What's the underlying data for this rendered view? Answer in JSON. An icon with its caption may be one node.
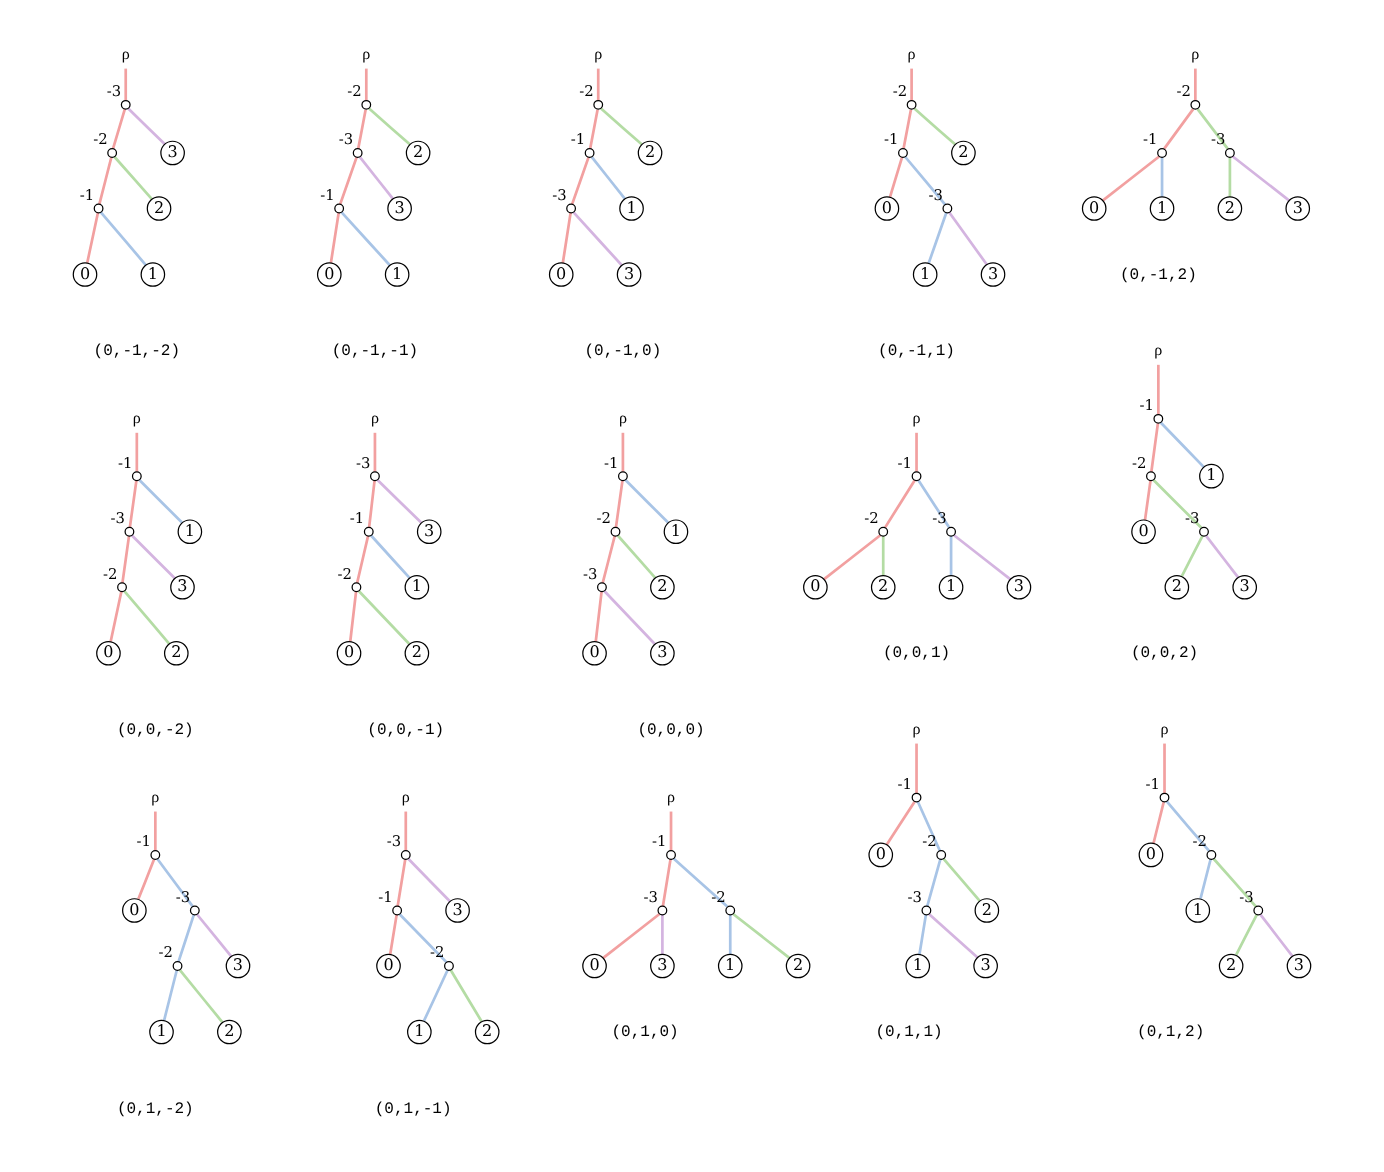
{
  "diagram": {
    "nodes": [
      {
        "text": [
          "ρ"
        ]
      },
      {
        "text": [],
        "shape": "circle",
        "beside": [
          "-3"
        ]
      },
      {
        "text": [],
        "shape": "circle",
        "beside": [
          "-2"
        ]
      },
      {
        "text": [
          "3"
        ]
      },
      {
        "text": [],
        "shape": "circle",
        "beside": [
          "-1"
        ]
      },
      {
        "text": [
          "2"
        ]
      },
      {
        "text": [
          "0"
        ]
      },
      {
        "text": [
          "1"
        ]
      },
      {
        "text": [
          "ρ"
        ]
      },
      {
        "text": [],
        "shape": "circle",
        "beside": [
          "-2"
        ]
      },
      {
        "text": [],
        "shape": "circle",
        "beside": [
          "-3"
        ]
      },
      {
        "text": [
          "2"
        ]
      },
      {
        "text": [],
        "shape": "circle",
        "beside": [
          "-1"
        ]
      },
      {
        "text": [
          "3"
        ]
      },
      {
        "text": [
          "0"
        ]
      },
      {
        "text": [
          "1"
        ]
      },
      {
        "text": [
          "ρ"
        ]
      },
      {
        "text": [],
        "shape": "circle",
        "beside": [
          "-2"
        ]
      },
      {
        "text": [],
        "shape": "circle",
        "beside": [
          "-1"
        ]
      },
      {
        "text": [
          "2"
        ]
      },
      {
        "text": [],
        "shape": "circle",
        "beside": [
          "-3"
        ]
      },
      {
        "text": [
          "1"
        ]
      },
      {
        "text": [
          "0"
        ]
      },
      {
        "text": [
          "3"
        ]
      },
      {
        "text": [
          "ρ"
        ]
      },
      {
        "text": [],
        "shape": "circle",
        "beside": [
          "-2"
        ]
      },
      {
        "text": [],
        "shape": "circle",
        "beside": [
          "-1"
        ]
      },
      {
        "text": [
          "2"
        ]
      },
      {
        "text": [
          "0"
        ]
      },
      {
        "text": [],
        "shape": "circle",
        "beside": [
          "-3"
        ]
      },
      {
        "text": [
          "1"
        ]
      },
      {
        "text": [
          "3"
        ]
      },
      {
        "text": [
          "ρ"
        ]
      },
      {
        "text": [],
        "shape": "circle",
        "beside": [
          "-2"
        ]
      },
      {
        "text": [],
        "shape": "circle",
        "beside": [
          "-1"
        ]
      },
      {
        "text": [],
        "shape": "circle",
        "beside": [
          "-3"
        ]
      },
      {
        "text": [
          "0"
        ]
      },
      {
        "text": [
          "1"
        ]
      },
      {
        "text": [
          "2"
        ]
      },
      {
        "text": [
          "3"
        ]
      },
      {
        "text": [
          "ρ"
        ]
      },
      {
        "text": [],
        "shape": "circle",
        "beside": [
          "-1"
        ]
      },
      {
        "text": [],
        "shape": "circle",
        "beside": [
          "-3"
        ]
      },
      {
        "text": [
          "1"
        ]
      },
      {
        "text": [],
        "shape": "circle",
        "beside": [
          "-2"
        ]
      },
      {
        "text": [
          "3"
        ]
      },
      {
        "text": [
          "0"
        ]
      },
      {
        "text": [
          "2"
        ]
      },
      {
        "text": [
          "ρ"
        ]
      },
      {
        "text": [],
        "shape": "circle",
        "beside": [
          "-3"
        ]
      },
      {
        "text": [],
        "shape": "circle",
        "beside": [
          "-1"
        ]
      },
      {
        "text": [
          "3"
        ]
      },
      {
        "text": [],
        "shape": "circle",
        "beside": [
          "-2"
        ]
      },
      {
        "text": [
          "1"
        ]
      },
      {
        "text": [
          "0"
        ]
      },
      {
        "text": [
          "2"
        ]
      },
      {
        "text": [
          "ρ"
        ]
      },
      {
        "text": [],
        "shape": "circle",
        "beside": [
          "-1"
        ]
      },
      {
        "text": [],
        "shape": "circle",
        "beside": [
          "-2"
        ]
      },
      {
        "text": [
          "1"
        ]
      },
      {
        "text": [],
        "shape": "circle",
        "beside": [
          "-3"
        ]
      },
      {
        "text": [
          "2"
        ]
      },
      {
        "text": [
          "0"
        ]
      },
      {
        "text": [
          "3"
        ]
      },
      {
        "text": [
          "ρ"
        ]
      },
      {
        "text": [],
        "shape": "circle",
        "beside": [
          "-1"
        ]
      },
      {
        "text": [],
        "shape": "circle",
        "beside": [
          "-2"
        ]
      },
      {
        "text": [],
        "shape": "circle",
        "beside": [
          "-3"
        ]
      },
      {
        "text": [
          "0"
        ]
      },
      {
        "text": [
          "2"
        ]
      },
      {
        "text": [
          "1"
        ]
      },
      {
        "text": [
          "3"
        ]
      },
      {
        "text": [
          "ρ"
        ]
      },
      {
        "text": [],
        "shape": "circle",
        "beside": [
          "-1"
        ]
      },
      {
        "text": [],
        "shape": "circle",
        "beside": [
          "-2"
        ]
      },
      {
        "text": [
          "1"
        ]
      },
      {
        "text": [
          "0"
        ]
      },
      {
        "text": [],
        "shape": "circle",
        "beside": [
          "-3"
        ]
      },
      {
        "text": [
          "2"
        ]
      },
      {
        "text": [
          "3"
        ]
      },
      {
        "text": [
          "ρ"
        ]
      },
      {
        "text": [],
        "shape": "circle",
        "beside": [
          "-1"
        ]
      },
      {
        "text": [
          "0"
        ]
      },
      {
        "text": [],
        "shape": "circle",
        "beside": [
          "-3"
        ]
      },
      {
        "text": [],
        "shape": "circle",
        "beside": [
          "-2"
        ]
      },
      {
        "text": [
          "3"
        ]
      },
      {
        "text": [
          "1"
        ]
      },
      {
        "text": [
          "2"
        ]
      },
      {
        "text": [
          "ρ"
        ]
      },
      {
        "text": [],
        "shape": "circle",
        "beside": [
          "-3"
        ]
      },
      {
        "text": [],
        "shape": "circle",
        "beside": [
          "-1"
        ]
      },
      {
        "text": [
          "3"
        ]
      },
      {
        "text": [
          "0"
        ]
      },
      {
        "text": [],
        "shape": "circle",
        "beside": [
          "-2"
        ]
      },
      {
        "text": [
          "1"
        ]
      },
      {
        "text": [
          "2"
        ]
      },
      {
        "text": [
          "ρ"
        ]
      },
      {
        "text": [],
        "shape": "circle",
        "beside": [
          "-1"
        ]
      },
      {
        "text": [],
        "shape": "circle",
        "beside": [
          "-3"
        ]
      },
      {
        "text": [],
        "shape": "circle",
        "beside": [
          "-2"
        ]
      },
      {
        "text": [
          "0"
        ]
      },
      {
        "text": [
          "3"
        ]
      },
      {
        "text": [
          "1"
        ]
      },
      {
        "text": [
          "2"
        ]
      },
      {
        "text": [
          "ρ"
        ]
      },
      {
        "text": [],
        "shape": "circle",
        "beside": [
          "-1"
        ]
      },
      {
        "text": [
          "0"
        ]
      },
      {
        "text": [],
        "shape": "circle",
        "beside": [
          "-2"
        ]
      },
      {
        "text": [],
        "shape": "circle",
        "beside": [
          "-3"
        ]
      },
      {
        "text": [
          "2"
        ]
      },
      {
        "text": [
          "1"
        ]
      },
      {
        "text": [
          "3"
        ]
      },
      {
        "text": [
          "ρ"
        ]
      },
      {
        "text": [],
        "shape": "circle",
        "beside": [
          "-1"
        ]
      },
      {
        "text": [
          "0"
        ]
      },
      {
        "text": [],
        "shape": "circle",
        "beside": [
          "-2"
        ]
      },
      {
        "text": [
          "1"
        ]
      },
      {
        "text": [],
        "shape": "circle",
        "beside": [
          "-3"
        ]
      },
      {
        "text": [
          "2"
        ]
      },
      {
        "text": [
          "3"
        ]
      }
    ],
    "edges": [
      {
        "from": 0,
        "to": 1,
        "arrow": "none",
        "color": "#f2a0a0"
      },
      {
        "from": 1,
        "to": 2,
        "arrow": "none",
        "color": "#f2a0a0"
      },
      {
        "from": 1,
        "to": 3,
        "arrow": "none",
        "color": "#d4b4e0"
      },
      {
        "from": 2,
        "to": 4,
        "arrow": "none",
        "color": "#f2a0a0"
      },
      {
        "from": 2,
        "to": 5,
        "arrow": "none",
        "color": "#b4dca4"
      },
      {
        "from": 4,
        "to": 6,
        "arrow": "none",
        "color": "#f2a0a0"
      },
      {
        "from": 4,
        "to": 7,
        "arrow": "none",
        "color": "#a8c4e6"
      },
      {
        "from": 8,
        "to": 9,
        "arrow": "none",
        "color": "#f2a0a0"
      },
      {
        "from": 9,
        "to": 10,
        "arrow": "none",
        "color": "#f2a0a0"
      },
      {
        "from": 9,
        "to": 11,
        "arrow": "none",
        "color": "#b4dca4"
      },
      {
        "from": 10,
        "to": 12,
        "arrow": "none",
        "color": "#f2a0a0"
      },
      {
        "from": 10,
        "to": 13,
        "arrow": "none",
        "color": "#d4b4e0"
      },
      {
        "from": 12,
        "to": 14,
        "arrow": "none",
        "color": "#f2a0a0"
      },
      {
        "from": 12,
        "to": 15,
        "arrow": "none",
        "color": "#a8c4e6"
      },
      {
        "from": 16,
        "to": 17,
        "arrow": "none",
        "color": "#f2a0a0"
      },
      {
        "from": 17,
        "to": 18,
        "arrow": "none",
        "color": "#f2a0a0"
      },
      {
        "from": 17,
        "to": 19,
        "arrow": "none",
        "color": "#b4dca4"
      },
      {
        "from": 18,
        "to": 20,
        "arrow": "none",
        "color": "#f2a0a0"
      },
      {
        "from": 18,
        "to": 21,
        "arrow": "none",
        "color": "#a8c4e6"
      },
      {
        "from": 20,
        "to": 22,
        "arrow": "none",
        "color": "#f2a0a0"
      },
      {
        "from": 20,
        "to": 23,
        "arrow": "none",
        "color": "#d4b4e0"
      },
      {
        "from": 24,
        "to": 25,
        "arrow": "none",
        "color": "#f2a0a0"
      },
      {
        "from": 25,
        "to": 26,
        "arrow": "none",
        "color": "#f2a0a0"
      },
      {
        "from": 25,
        "to": 27,
        "arrow": "none",
        "color": "#b4dca4"
      },
      {
        "from": 26,
        "to": 28,
        "arrow": "none",
        "color": "#f2a0a0"
      },
      {
        "from": 26,
        "to": 29,
        "arrow": "none",
        "color": "#a8c4e6"
      },
      {
        "from": 29,
        "to": 30,
        "arrow": "none",
        "color": "#a8c4e6"
      },
      {
        "from": 29,
        "to": 31,
        "arrow": "none",
        "color": "#d4b4e0"
      },
      {
        "from": 32,
        "to": 33,
        "arrow": "none",
        "color": "#f2a0a0"
      },
      {
        "from": 33,
        "to": 34,
        "arrow": "none",
        "color": "#f2a0a0"
      },
      {
        "from": 33,
        "to": 35,
        "arrow": "none",
        "color": "#b4dca4"
      },
      {
        "from": 34,
        "to": 36,
        "arrow": "none",
        "color": "#f2a0a0"
      },
      {
        "from": 34,
        "to": 37,
        "arrow": "none",
        "color": "#a8c4e6"
      },
      {
        "from": 35,
        "to": 38,
        "arrow": "none",
        "color": "#b4dca4"
      },
      {
        "from": 35,
        "to": 39,
        "arrow": "none",
        "color": "#d4b4e0"
      },
      {
        "from": 40,
        "to": 41,
        "arrow": "none",
        "color": "#f2a0a0"
      },
      {
        "from": 41,
        "to": 42,
        "arrow": "none",
        "color": "#f2a0a0"
      },
      {
        "from": 41,
        "to": 43,
        "arrow": "none",
        "color": "#a8c4e6"
      },
      {
        "from": 42,
        "to": 44,
        "arrow": "none",
        "color": "#f2a0a0"
      },
      {
        "from": 42,
        "to": 45,
        "arrow": "none",
        "color": "#d4b4e0"
      },
      {
        "from": 44,
        "to": 46,
        "arrow": "none",
        "color": "#f2a0a0"
      },
      {
        "from": 44,
        "to": 47,
        "arrow": "none",
        "color": "#b4dca4"
      },
      {
        "from": 48,
        "to": 49,
        "arrow": "none",
        "color": "#f2a0a0"
      },
      {
        "from": 49,
        "to": 50,
        "arrow": "none",
        "color": "#f2a0a0"
      },
      {
        "from": 49,
        "to": 51,
        "arrow": "none",
        "color": "#d4b4e0"
      },
      {
        "from": 50,
        "to": 52,
        "arrow": "none",
        "color": "#f2a0a0"
      },
      {
        "from": 50,
        "to": 53,
        "arrow": "none",
        "color": "#a8c4e6"
      },
      {
        "from": 52,
        "to": 54,
        "arrow": "none",
        "color": "#f2a0a0"
      },
      {
        "from": 52,
        "to": 55,
        "arrow": "none",
        "color": "#b4dca4"
      },
      {
        "from": 56,
        "to": 57,
        "arrow": "none",
        "color": "#f2a0a0"
      },
      {
        "from": 57,
        "to": 58,
        "arrow": "none",
        "color": "#f2a0a0"
      },
      {
        "from": 57,
        "to": 59,
        "arrow": "none",
        "color": "#a8c4e6"
      },
      {
        "from": 58,
        "to": 60,
        "arrow": "none",
        "color": "#f2a0a0"
      },
      {
        "from": 58,
        "to": 61,
        "arrow": "none",
        "color": "#b4dca4"
      },
      {
        "from": 60,
        "to": 62,
        "arrow": "none",
        "color": "#f2a0a0"
      },
      {
        "from": 60,
        "to": 63,
        "arrow": "none",
        "color": "#d4b4e0"
      },
      {
        "from": 64,
        "to": 65,
        "arrow": "none",
        "color": "#f2a0a0"
      },
      {
        "from": 65,
        "to": 66,
        "arrow": "none",
        "color": "#f2a0a0"
      },
      {
        "from": 65,
        "to": 67,
        "arrow": "none",
        "color": "#a8c4e6"
      },
      {
        "from": 66,
        "to": 68,
        "arrow": "none",
        "color": "#f2a0a0"
      },
      {
        "from": 66,
        "to": 69,
        "arrow": "none",
        "color": "#b4dca4"
      },
      {
        "from": 67,
        "to": 70,
        "arrow": "none",
        "color": "#a8c4e6"
      },
      {
        "from": 67,
        "to": 71,
        "arrow": "none",
        "color": "#d4b4e0"
      },
      {
        "from": 72,
        "to": 73,
        "arrow": "none",
        "color": "#f2a0a0"
      },
      {
        "from": 73,
        "to": 74,
        "arrow": "none",
        "color": "#f2a0a0"
      },
      {
        "from": 73,
        "to": 75,
        "arrow": "none",
        "color": "#a8c4e6"
      },
      {
        "from": 74,
        "to": 76,
        "arrow": "none",
        "color": "#f2a0a0"
      },
      {
        "from": 74,
        "to": 77,
        "arrow": "none",
        "color": "#b4dca4"
      },
      {
        "from": 77,
        "to": 78,
        "arrow": "none",
        "color": "#b4dca4"
      },
      {
        "from": 77,
        "to": 79,
        "arrow": "none",
        "color": "#d4b4e0"
      },
      {
        "from": 80,
        "to": 81,
        "arrow": "none",
        "color": "#f2a0a0"
      },
      {
        "from": 81,
        "to": 82,
        "arrow": "none",
        "color": "#f2a0a0"
      },
      {
        "from": 81,
        "to": 83,
        "arrow": "none",
        "color": "#a8c4e6"
      },
      {
        "from": 83,
        "to": 84,
        "arrow": "none",
        "color": "#a8c4e6"
      },
      {
        "from": 83,
        "to": 85,
        "arrow": "none",
        "color": "#d4b4e0"
      },
      {
        "from": 84,
        "to": 86,
        "arrow": "none",
        "color": "#a8c4e6"
      },
      {
        "from": 84,
        "to": 87,
        "arrow": "none",
        "color": "#b4dca4"
      },
      {
        "from": 88,
        "to": 89,
        "arrow": "none",
        "color": "#f2a0a0"
      },
      {
        "from": 89,
        "to": 90,
        "arrow": "none",
        "color": "#f2a0a0"
      },
      {
        "from": 89,
        "to": 91,
        "arrow": "none",
        "color": "#d4b4e0"
      },
      {
        "from": 90,
        "to": 92,
        "arrow": "none",
        "color": "#f2a0a0"
      },
      {
        "from": 90,
        "to": 93,
        "arrow": "none",
        "color": "#a8c4e6"
      },
      {
        "from": 93,
        "to": 94,
        "arrow": "none",
        "color": "#a8c4e6"
      },
      {
        "from": 93,
        "to": 95,
        "arrow": "none",
        "color": "#b4dca4"
      },
      {
        "from": 96,
        "to": 97,
        "arrow": "none",
        "color": "#f2a0a0"
      },
      {
        "from": 97,
        "to": 98,
        "arrow": "none",
        "color": "#f2a0a0"
      },
      {
        "from": 97,
        "to": 99,
        "arrow": "none",
        "color": "#a8c4e6"
      },
      {
        "from": 98,
        "to": 100,
        "arrow": "none",
        "color": "#f2a0a0"
      },
      {
        "from": 98,
        "to": 101,
        "arrow": "none",
        "color": "#d4b4e0"
      },
      {
        "from": 99,
        "to": 102,
        "arrow": "none",
        "color": "#a8c4e6"
      },
      {
        "from": 99,
        "to": 103,
        "arrow": "none",
        "color": "#b4dca4"
      },
      {
        "from": 104,
        "to": 105,
        "arrow": "none",
        "color": "#f2a0a0"
      },
      {
        "from": 105,
        "to": 106,
        "arrow": "none",
        "color": "#f2a0a0"
      },
      {
        "from": 105,
        "to": 107,
        "arrow": "none",
        "color": "#a8c4e6"
      },
      {
        "from": 107,
        "to": 108,
        "arrow": "none",
        "color": "#a8c4e6"
      },
      {
        "from": 107,
        "to": 109,
        "arrow": "none",
        "color": "#b4dca4"
      },
      {
        "from": 108,
        "to": 110,
        "arrow": "none",
        "color": "#a8c4e6"
      },
      {
        "from": 108,
        "to": 111,
        "arrow": "none",
        "color": "#d4b4e0"
      },
      {
        "from": 112,
        "to": 113,
        "arrow": "none",
        "color": "#f2a0a0"
      },
      {
        "from": 113,
        "to": 114,
        "arrow": "none",
        "color": "#f2a0a0"
      },
      {
        "from": 113,
        "to": 115,
        "arrow": "none",
        "color": "#a8c4e6"
      },
      {
        "from": 115,
        "to": 116,
        "arrow": "none",
        "color": "#a8c4e6"
      },
      {
        "from": 115,
        "to": 117,
        "arrow": "none",
        "color": "#b4dca4"
      },
      {
        "from": 117,
        "to": 118,
        "arrow": "none",
        "color": "#b4dca4"
      },
      {
        "from": 117,
        "to": 119,
        "arrow": "none",
        "color": "#d4b4e0"
      }
    ],
    "labels": [
      "(0,-1,-2)",
      "(0,-1,-1)",
      "(0,-1,0)",
      "(0,-1,1)",
      "(0,-1,2)",
      "(0,0,-2)",
      "(0,0,-1)",
      "(0,0,0)",
      "(0,0,1)",
      "(0,0,2)",
      "(0,1,-2)",
      "(0,1,-1)",
      "(0,1,0)",
      "(0,1,1)",
      "(0,1,2)"
    ]
  }
}
